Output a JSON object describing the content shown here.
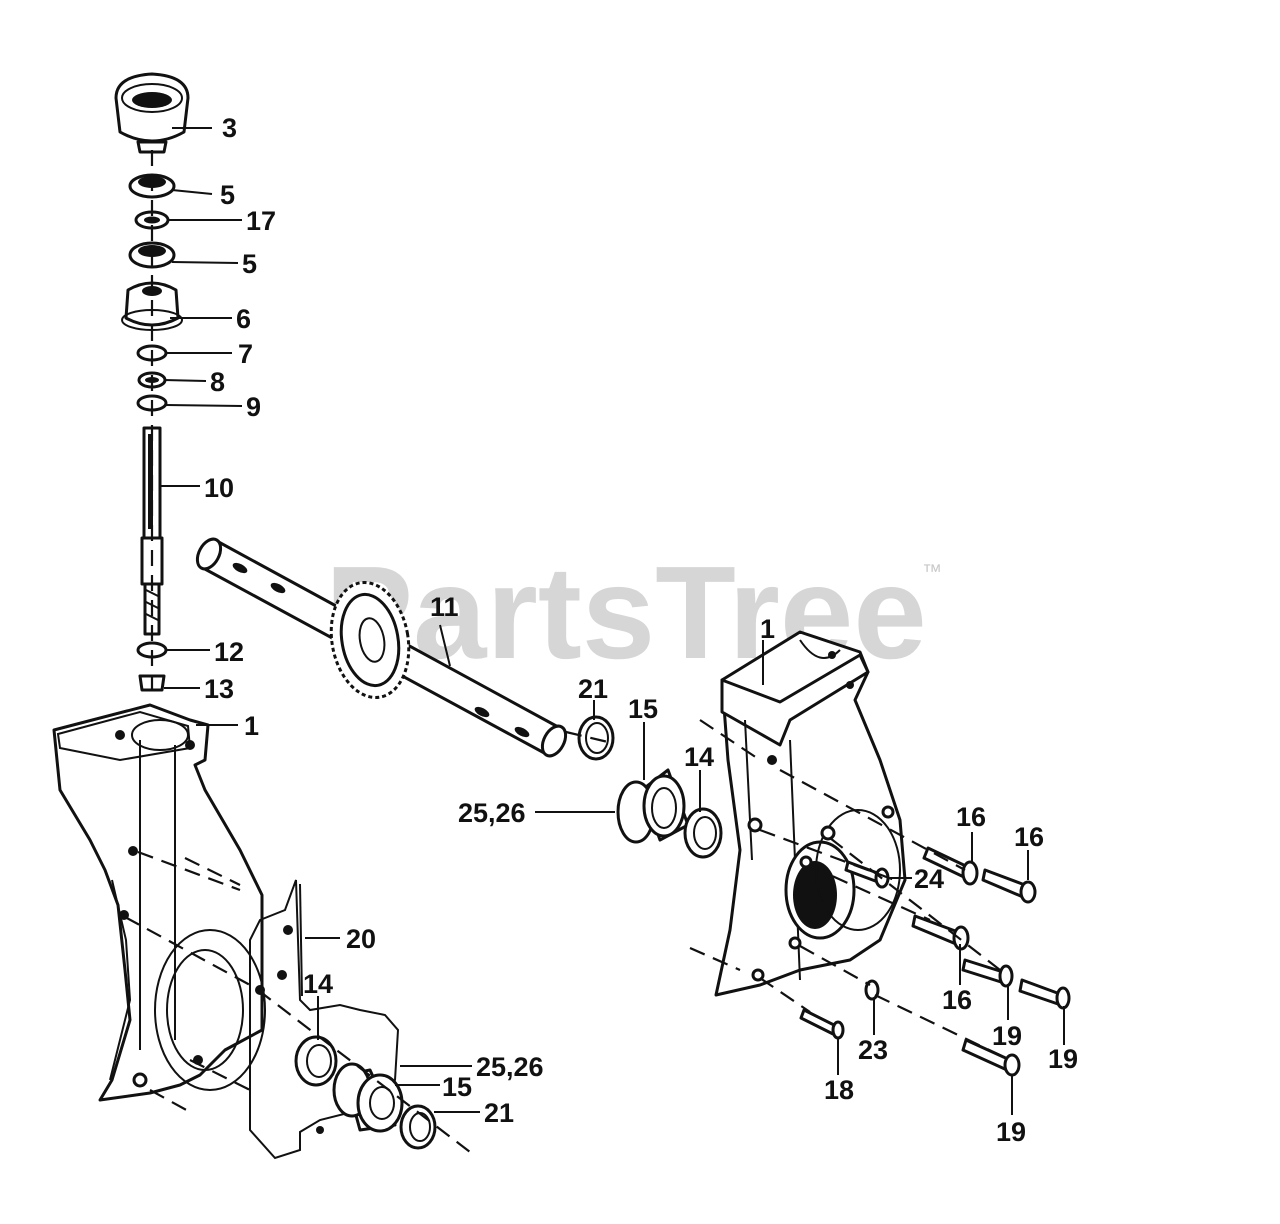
{
  "watermark": {
    "text": "PartsTree",
    "trademark": "™"
  },
  "callouts": {
    "c3": "3",
    "c5a": "5",
    "c17": "17",
    "c5b": "5",
    "c6": "6",
    "c7": "7",
    "c8": "8",
    "c9": "9",
    "c10": "10",
    "c12": "12",
    "c13": "13",
    "c1a": "1",
    "c11": "11",
    "c1b": "1",
    "c21a": "21",
    "c15a": "15",
    "c14a": "14",
    "c2526a": "25,26",
    "c16a": "16",
    "c16b": "16",
    "c24": "24",
    "c16c": "16",
    "c20": "20",
    "c14b": "14",
    "c2526b": "25,26",
    "c15b": "15",
    "c21b": "21",
    "c23": "23",
    "c19a": "19",
    "c19b": "19",
    "c18": "18",
    "c19c": "19"
  },
  "colors": {
    "ink": "#111111",
    "watermark": "#d6d6d6",
    "background": "#ffffff"
  }
}
